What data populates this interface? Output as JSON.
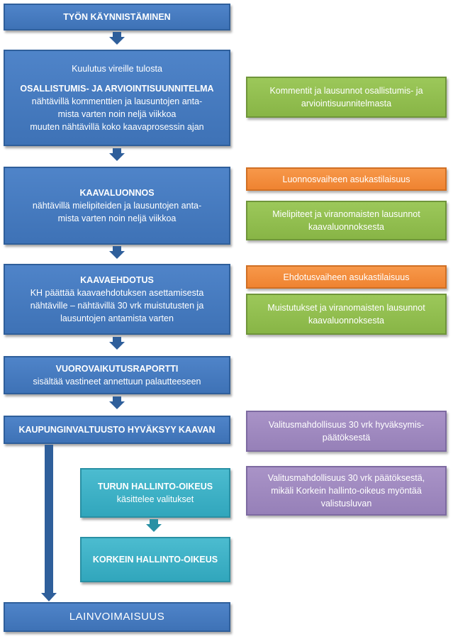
{
  "flow": {
    "start": "TYÖN KÄYNNISTÄMINEN",
    "oas": {
      "line1": "Kuulutus vireille tulosta",
      "title": "OSALLISTUMIS- JA ARVIOINTISUUNNITELMA",
      "line2": "nähtävillä kommenttien ja lausuntojen anta-",
      "line3": "mista varten noin neljä viikkoa",
      "line4": "muuten nähtävillä koko kaavaprosessin ajan"
    },
    "luonnos": {
      "title": "KAAVALUONNOS",
      "line1": "nähtävillä mielipiteiden ja lausuntojen anta-",
      "line2": "mista varten noin neljä viikkoa"
    },
    "ehdotus": {
      "title": "KAAVAEHDOTUS",
      "line1": "KH päättää kaavaehdotuksen asettamisesta",
      "line2": "nähtäville – nähtävillä 30 vrk muistutusten ja",
      "line3": "lausuntojen antamista varten"
    },
    "raportti": {
      "title": "VUOROVAIKUTUSRAPORTTI",
      "line1": "sisältää vastineet annettuun palautteeseen"
    },
    "valtuusto": "KAUPUNGINVALTUUSTO HYVÄKSYY KAAVAN",
    "hallinto": {
      "title": "TURUN HALLINTO-OIKEUS",
      "line1": "käsittelee valitukset"
    },
    "korkein": "KORKEIN HALLINTO-OIKEUS",
    "end": "LAINVOIMAISUUS"
  },
  "side": {
    "kommentit": {
      "line1": "Kommentit ja lausunnot osallistumis- ja",
      "line2": "arviointisuunnitelmasta"
    },
    "luonnosvaihe": "Luonnosvaiheen asukastilaisuus",
    "mielipiteet": {
      "line1": "Mielipiteet ja viranomaisten lausunnot",
      "line2": "kaavaluonnoksesta"
    },
    "ehdotusvaihe": "Ehdotusvaiheen asukastilaisuus",
    "muistutukset": {
      "line1": "Muistutukset ja viranomaisten lausunnot",
      "line2": "kaavaluonnoksesta"
    },
    "valitus1": {
      "line1": "Valitusmahdollisuus 30 vrk hyväksymis-",
      "line2": "päätöksestä"
    },
    "valitus2": {
      "line1": "Valitusmahdollisuus 30 vrk päätöksestä,",
      "line2": "mikäli Korkein hallinto-oikeus myöntää",
      "line3": "valistusluvan"
    }
  },
  "colors": {
    "blue": "#4a7fc1",
    "teal": "#3cb0c6",
    "green": "#92bf52",
    "orange": "#f28c3c",
    "purple": "#a08bc0"
  }
}
